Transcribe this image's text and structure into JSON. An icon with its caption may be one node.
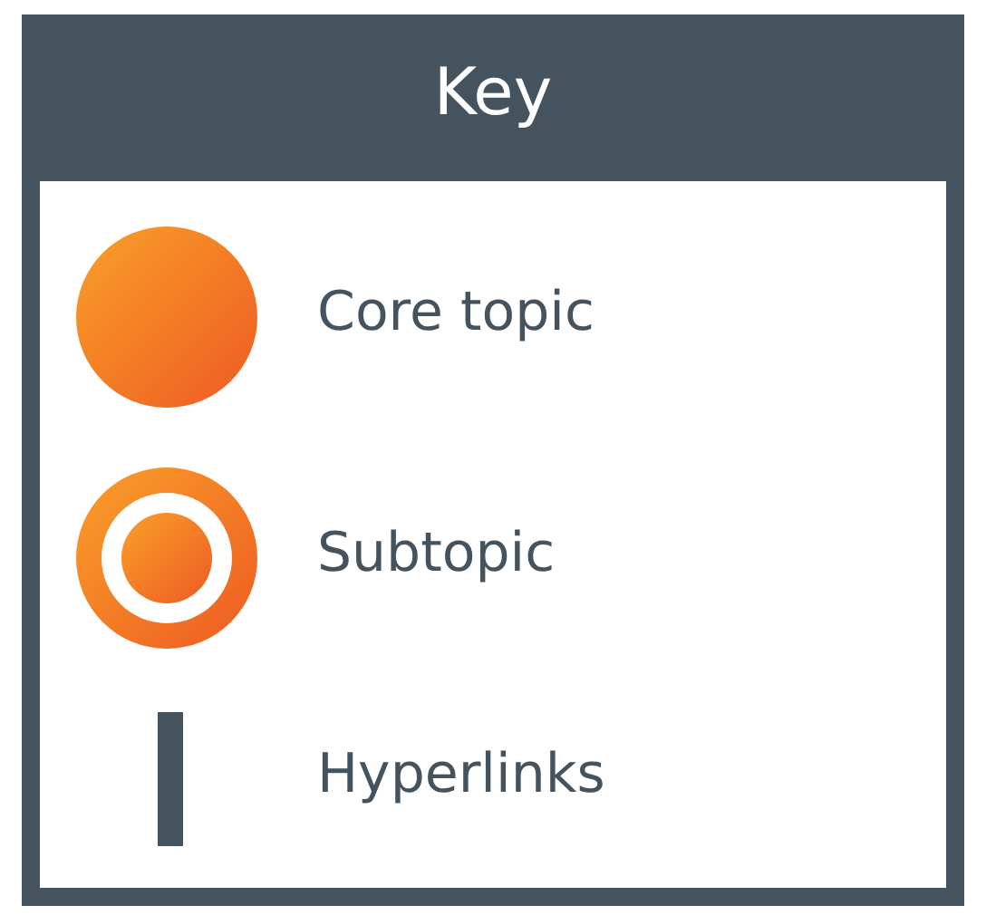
{
  "diagram": {
    "title": "Key",
    "legend": [
      {
        "text": "Core topic"
      },
      {
        "text": "Subtopic"
      },
      {
        "text": "Hyperlinks"
      }
    ]
  }
}
